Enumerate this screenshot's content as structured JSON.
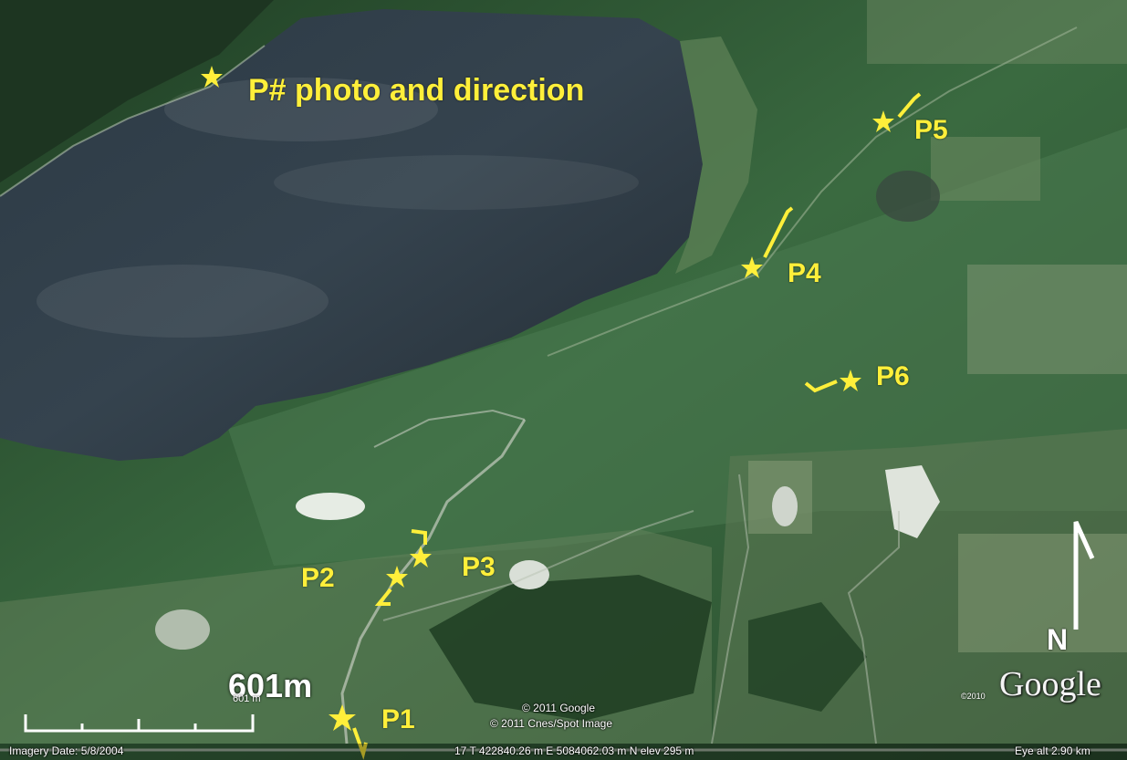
{
  "legend": {
    "text": "P# photo and direction"
  },
  "points": [
    {
      "id": "P1",
      "label": "P1"
    },
    {
      "id": "P2",
      "label": "P2"
    },
    {
      "id": "P3",
      "label": "P3"
    },
    {
      "id": "P4",
      "label": "P4"
    },
    {
      "id": "P5",
      "label": "P5"
    },
    {
      "id": "P6",
      "label": "P6"
    }
  ],
  "scale_bar": {
    "label": "601m",
    "small_label": "601 m"
  },
  "north_arrow": {
    "label": "N"
  },
  "attribution": {
    "google_copyright": "© 2011 Google",
    "cnes_copyright": "© 2011 Cnes/Spot Image",
    "logo": "Google",
    "logo_year": "©2010"
  },
  "status": {
    "imagery_date": "Imagery Date: 5/8/2004",
    "coordinates": "17 T 422840.26 m E 5084062.03 m N elev 295 m",
    "eye_alt": "Eye alt 2.90 km"
  },
  "colors": {
    "marker": "#ffef3a",
    "lake": "#2a3540",
    "forest": "#2f5a34"
  }
}
